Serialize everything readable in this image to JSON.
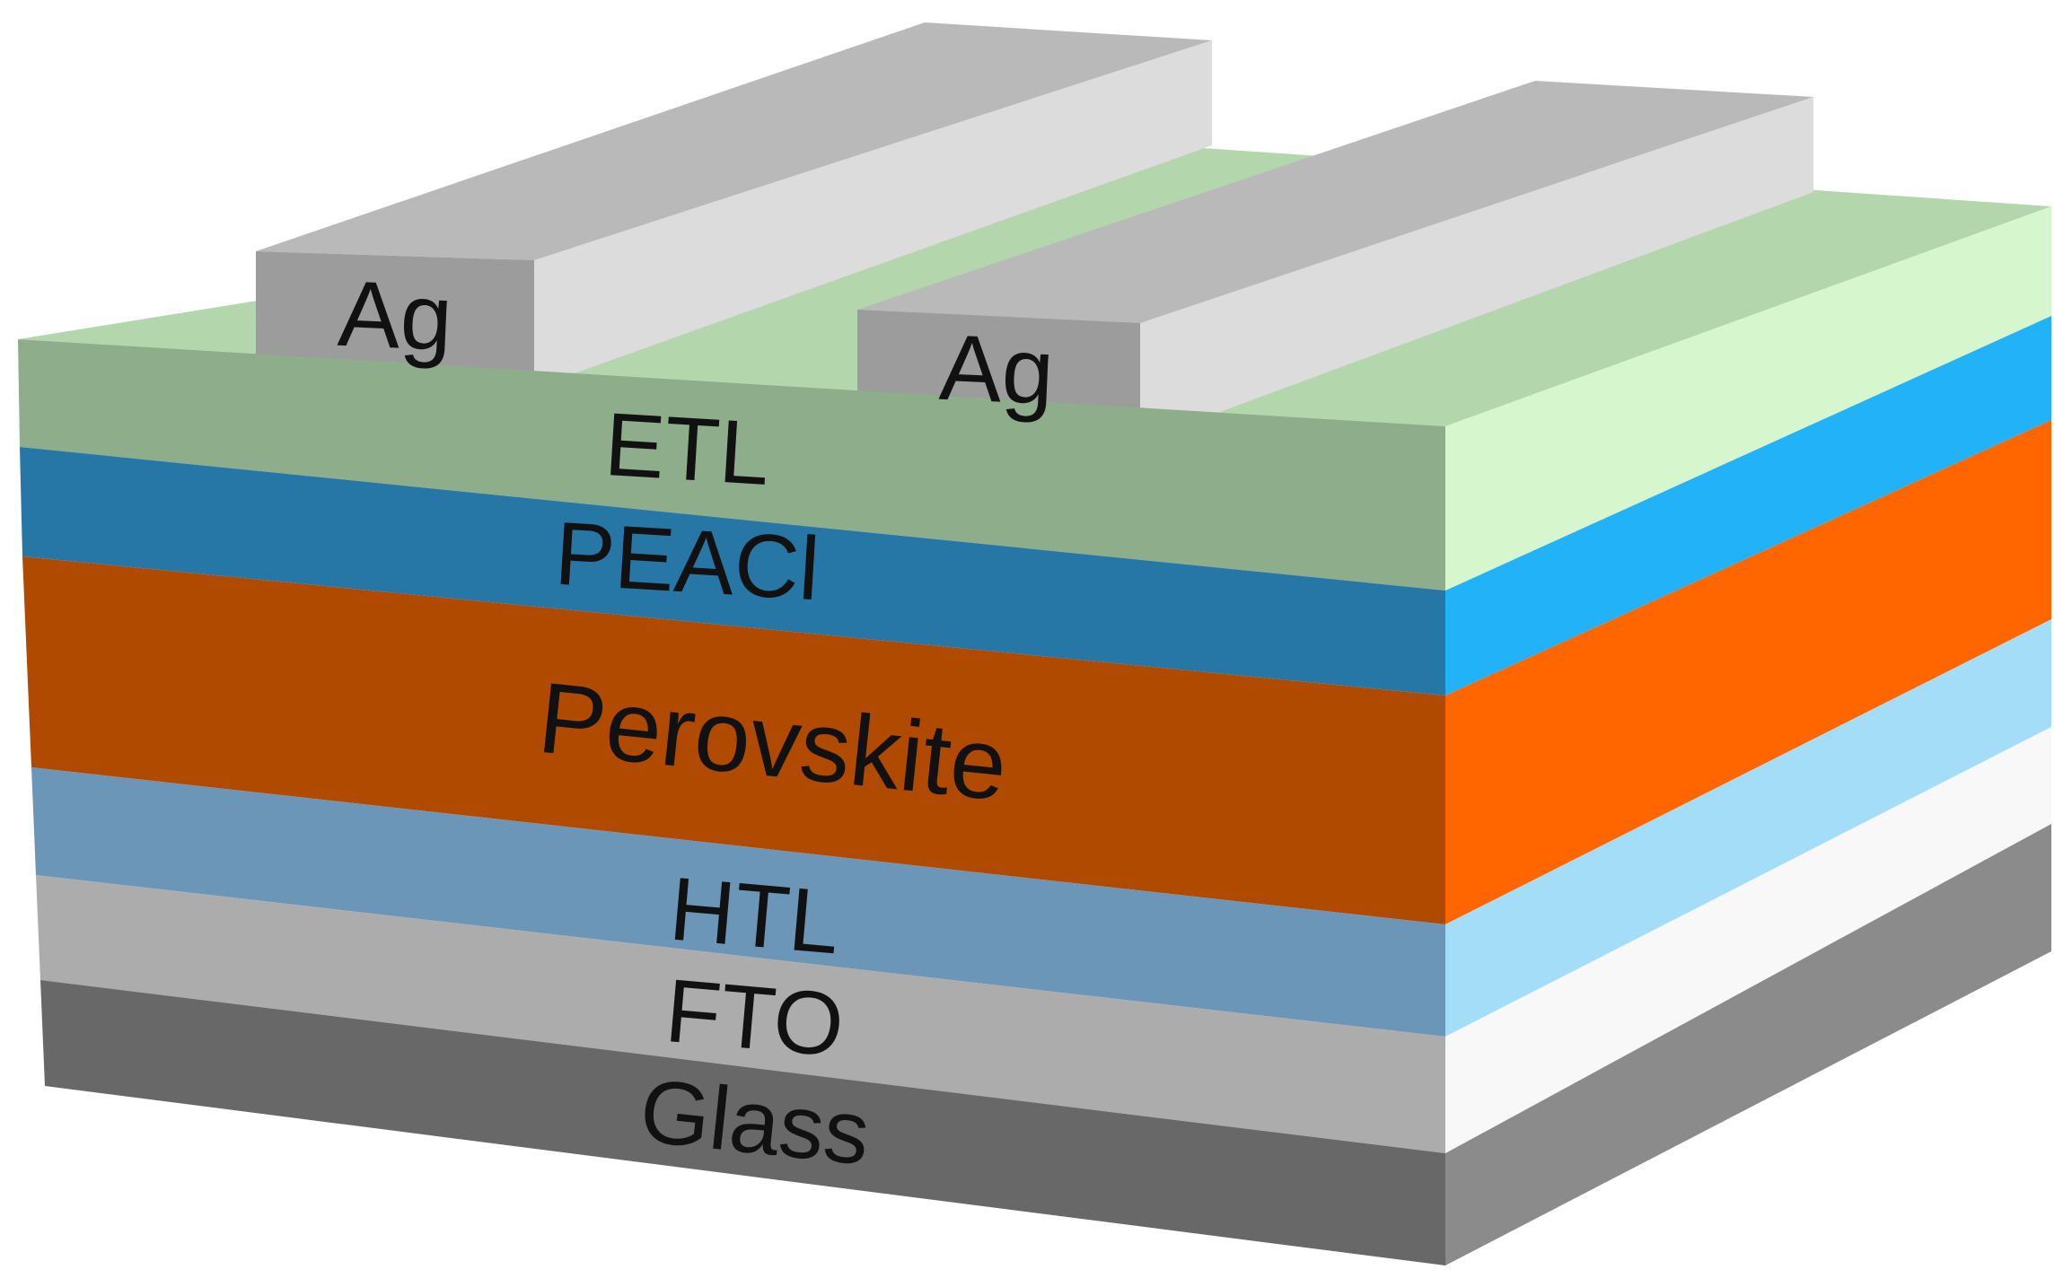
{
  "diagram": {
    "layers": [
      {
        "id": "glass",
        "label": "Glass",
        "front_color": "#686868",
        "side_color": "#8b8b8b"
      },
      {
        "id": "fto",
        "label": "FTO",
        "front_color": "#acacac",
        "side_color": "#f8f8f8"
      },
      {
        "id": "htl",
        "label": "HTL",
        "front_color": "#6c96b8",
        "side_color": "#a4ddf8"
      },
      {
        "id": "perovskite",
        "label": "Perovskite",
        "front_color": "#b04a00",
        "side_color": "#ff6600"
      },
      {
        "id": "peacl",
        "label": "PEACl",
        "front_color": "#2677a6",
        "side_color": "#22b2f8"
      },
      {
        "id": "etl",
        "label": "ETL",
        "front_color": "#8eae8b",
        "side_color": "#d6f7cd",
        "top_color": "#b3d6ad"
      }
    ],
    "electrodes": [
      {
        "id": "ag-left",
        "label": "Ag",
        "front_color": "#9c9c9c",
        "side_color": "#dcdcdc",
        "top_color": "#b9b9b9"
      },
      {
        "id": "ag-right",
        "label": "Ag",
        "front_color": "#9c9c9c",
        "side_color": "#dcdcdc",
        "top_color": "#b9b9b9"
      }
    ]
  }
}
